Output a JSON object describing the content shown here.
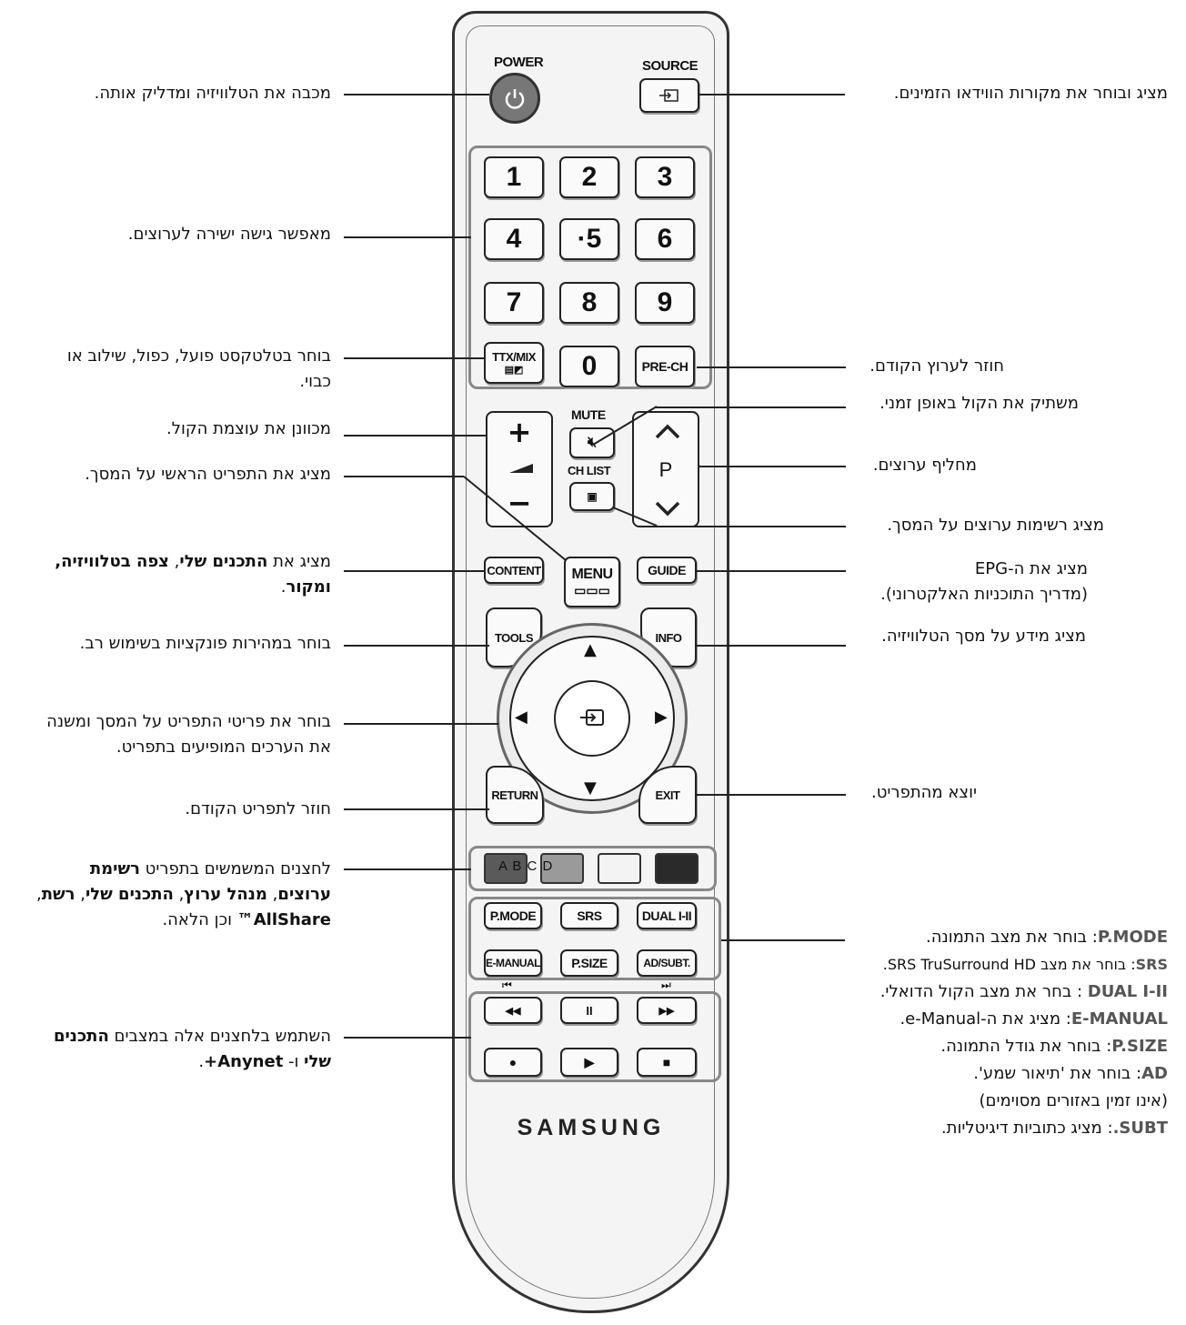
{
  "remote": {
    "power_label": "POWER",
    "power_icon": "power-icon",
    "source_label": "SOURCE",
    "source_icon": "source-icon",
    "numbers": [
      "1",
      "2",
      "3",
      "4",
      "·5",
      "6",
      "7",
      "8",
      "9",
      "0"
    ],
    "ttx_label": "TTX/MIX",
    "prech_label": "PRE-CH",
    "mute_label": "MUTE",
    "chlist_label": "CH LIST",
    "vol_plus": "+",
    "vol_minus": "−",
    "ch_label": "P",
    "content_label": "CONTENT",
    "menu_label": "MENU",
    "guide_label": "GUIDE",
    "tools_label": "TOOLS",
    "info_label": "INFO",
    "return_label": "RETURN",
    "exit_label": "EXIT",
    "color_labels": "A B C D",
    "color_hex": [
      "#5a5a5a",
      "#9a9a9a",
      "#f3f3f3",
      "#2a2a2a"
    ],
    "func_buttons": [
      "P.MODE",
      "SRS",
      "DUAL I-II",
      "E-MANUAL",
      "P.SIZE",
      "AD/SUBT."
    ],
    "media_top_icons": [
      "⏮",
      "⏭"
    ],
    "media_buttons": [
      "◀◀",
      "II",
      "▶▶",
      "●",
      "▶",
      "■"
    ],
    "brand": "SAMSUNG"
  },
  "annotations": {
    "power": "מכבה את הטלוויזיה ומדליק אותה.",
    "numbers": "מאפשר גישה ישירה לערוצים.",
    "ttx_1": "בוחר בטלטקסט פועל, כפול, שילוב או",
    "ttx_2": "כבוי.",
    "volume": "מכוונן את עוצמת הקול.",
    "menu": "מציג את התפריט הראשי על המסך.",
    "content_pre": "מציג את ",
    "content_b1": "התכנים שלי",
    "content_sep": ", ",
    "content_b2": "צפה בטלוויזיה,",
    "content_b3": "ומקור",
    "content_end": ".",
    "tools": "בוחר במהירות פונקציות בשימוש רב.",
    "nav_1": "בוחר את פריטי התפריט על המסך ומשנה",
    "nav_2": "את הערכים המופיעים בתפריט.",
    "return": "חוזר לתפריט הקודם.",
    "colors_pre": "לחצנים המשמשים בתפריט ",
    "colors_b1": "רשימת",
    "colors_b2": "ערוצים",
    "colors_s1": ", ",
    "colors_b3": "מנהל ערוץ",
    "colors_s2": ", ",
    "colors_b4": "התכנים שלי",
    "colors_s3": ", ",
    "colors_b5": "רשת",
    "colors_s4": ",",
    "colors_b6": "AllShare™",
    "colors_end": " וכן הלאה.",
    "media_1_pre": "השתמש בלחצנים אלה במצבים ",
    "media_1_b": "התכנים",
    "media_2_b1": "שלי",
    "media_2_mid": " ו- ",
    "media_2_b2": "Anynet+",
    "media_2_end": ".",
    "source": "מציג ובוחר את מקורות הווידאו הזמינים.",
    "prech": "חוזר לערוץ הקודם.",
    "mute": "משתיק את הקול באופן זמני.",
    "channel": "מחליף ערוצים.",
    "chlist": "מציג רשימות ערוצים על המסך.",
    "guide_1": "מציג את ה-EPG",
    "guide_2": "(מדריך התוכניות האלקטרוני).",
    "info": "מציג מידע על מסך הטלוויזיה.",
    "exit": "יוצא מהתפריט.",
    "pmode_k": "P.MODE",
    "pmode_v": ": בוחר את מצב התמונה.",
    "srs_k": "SRS",
    "srs_v": ": בוחר את מצב SRS TruSurround HD.",
    "dual_k": "DUAL I-II",
    "dual_v": " : בחר את מצב הקול הדואלי.",
    "emanual_k": "E-MANUAL",
    "emanual_v": ": מציג את ה-e-Manual.",
    "psize_k": "P.SIZE",
    "psize_v": ": בוחר את גודל התמונה.",
    "ad_k": "AD",
    "ad_v": ": בוחר את 'תיאור שמע'.",
    "ad_note": "(אינו זמין באזורים מסוימים)",
    "subt_k": "SUBT.",
    "subt_v": ": מציג כתוביות דיגיטליות."
  }
}
